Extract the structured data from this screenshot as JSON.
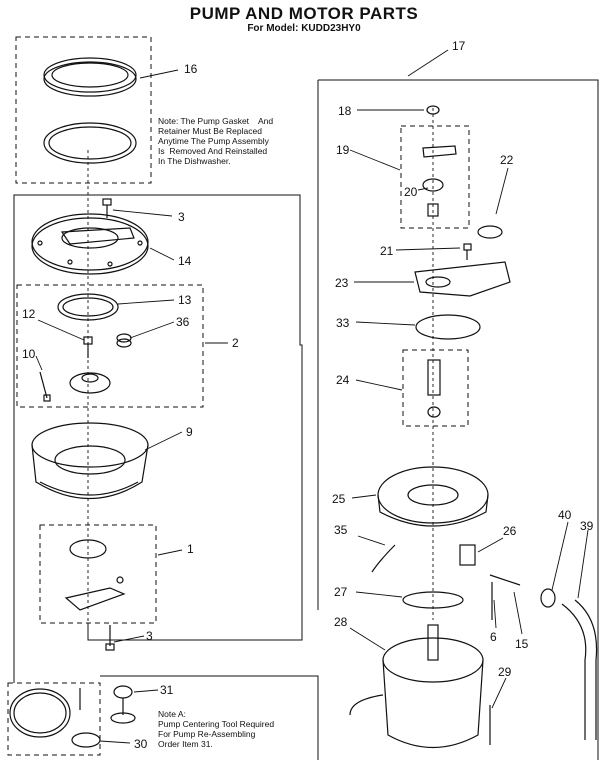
{
  "header": {
    "title": "PUMP AND MOTOR PARTS",
    "subtitle": "For Model: KUDD23HY0"
  },
  "notes": {
    "gasket_note": "Note: The Pump Gasket    And\nRetainer Must Be Replaced\nAnytime The Pump Assembly\nIs  Removed And Reinstalled\nIn The Dishwasher.",
    "note_a": "Note A:\nPump Centering Tool Required\nFor Pump Re-Assembling\nOrder Item 31."
  },
  "callouts": [
    "16",
    "17",
    "18",
    "19",
    "22",
    "20",
    "3",
    "21",
    "14",
    "23",
    "13",
    "12",
    "36",
    "2",
    "33",
    "10",
    "24",
    "9",
    "25",
    "35",
    "26",
    "40",
    "39",
    "1",
    "27",
    "6",
    "15",
    "3",
    "28",
    "29",
    "31",
    "30"
  ]
}
